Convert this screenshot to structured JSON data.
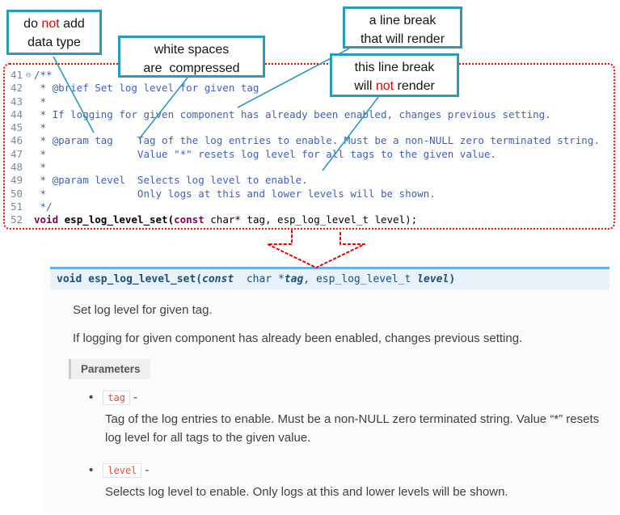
{
  "callouts": {
    "box1": {
      "t1a": "do ",
      "t1b": "not",
      "t1c": " add",
      "t2": "data type"
    },
    "box2": {
      "t1": "white spaces",
      "t2": "are  compressed"
    },
    "box3": {
      "t1": "a line break",
      "t2": "that will render"
    },
    "box4": {
      "t1": "this line break",
      "t2a": "will ",
      "t2b": "not",
      "t2c": " render"
    }
  },
  "editor": {
    "lines": [
      {
        "num": "41",
        "fold": "⊖",
        "text": "/**"
      },
      {
        "num": "42",
        "text": " * @brief Set log level for given tag"
      },
      {
        "num": "43",
        "text": " *"
      },
      {
        "num": "44",
        "text": " * If logging for given component has already been enabled, changes previous setting."
      },
      {
        "num": "45",
        "text": " *"
      },
      {
        "num": "46",
        "text": " * @param tag    Tag of the log entries to enable. Must be a non-NULL zero terminated string."
      },
      {
        "num": "47",
        "text": " *               Value \"*\" resets log level for all tags to the given value."
      },
      {
        "num": "48",
        "text": " *"
      },
      {
        "num": "49",
        "text": " * @param level  Selects log level to enable."
      },
      {
        "num": "50",
        "text": " *               Only logs at this and lower levels will be shown."
      },
      {
        "num": "51",
        "text": " */"
      }
    ],
    "code_line": {
      "num": "52",
      "kw1": "void",
      "sp1": " ",
      "name": "esp_log_level_set",
      "open": "(",
      "kw2": "const",
      "rest": " char* tag, esp_log_level_t level);"
    }
  },
  "doc": {
    "signature": {
      "ret": "void ",
      "name": "esp_log_level_set",
      "open": "(",
      "const_kw": "const",
      "type1": "  char *",
      "param1": "tag",
      "sep": ", ",
      "type2": "esp_log_level_t ",
      "param2": "level",
      "close": ")"
    },
    "para1": "Set log level for given tag.",
    "para2": "If logging for given component has already been enabled, changes previous setting.",
    "params_label": "Parameters",
    "bullet": "•",
    "items": [
      {
        "name": "tag",
        "sep": "-",
        "desc": "Tag of the log entries to enable. Must be a non-NULL zero terminated string. Value “*” resets log level for all tags to the given value."
      },
      {
        "name": "level",
        "sep": "-",
        "desc": "Selects log level to enable. Only logs at this and lower levels will be shown."
      }
    ]
  },
  "colors": {
    "callout_border": "#2b99bb",
    "callout_line": "#2b99bb",
    "highlight_red": "#e60000",
    "code_border_red": "#ff0000",
    "arrow_red": "#f00000",
    "comment": "#3f5fbf",
    "keyword": "#7f0055",
    "line_number": "#7a8a99",
    "sig_bg": "#e7f2fa",
    "sig_border": "#6ab0de",
    "literal_red": "#e74c3c",
    "doc_bg": "#fbfbfb",
    "body_text": "#404040"
  }
}
